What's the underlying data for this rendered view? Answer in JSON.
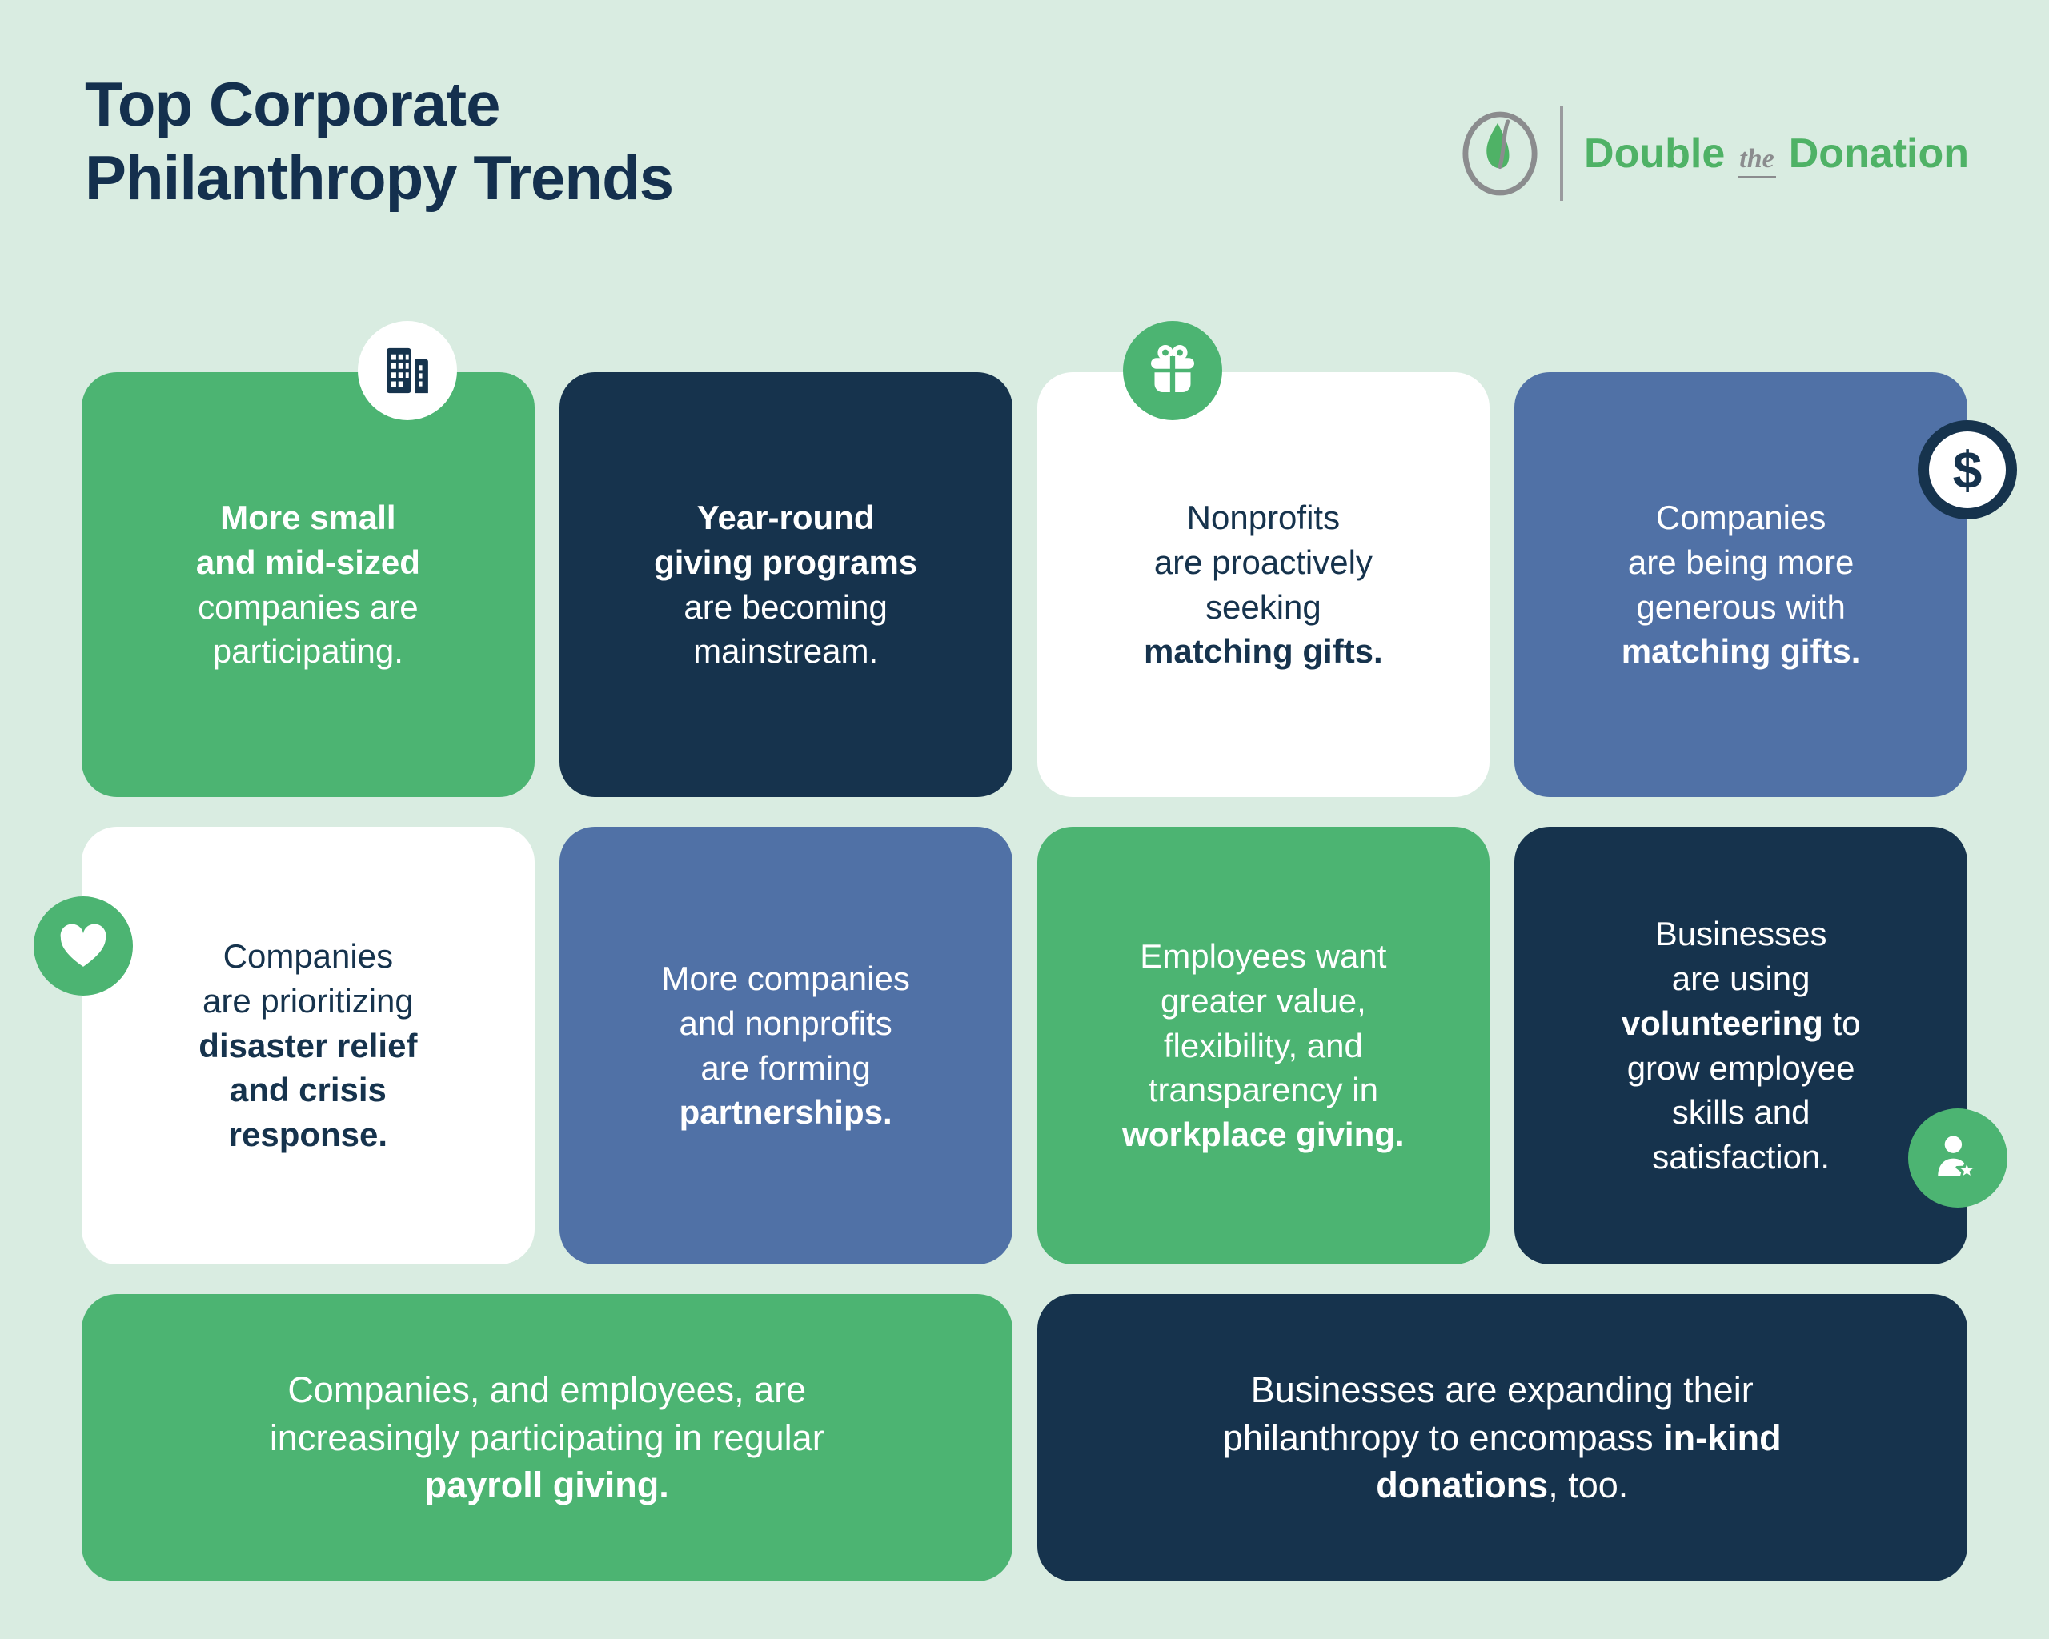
{
  "palette": {
    "background": "#d9ece1",
    "green": "#4cb472",
    "navy": "#16334d",
    "blue": "#5071a6",
    "title_navy": "#14304e",
    "logo_green": "#4fb266",
    "logo_gray": "#8b8c8e"
  },
  "header": {
    "title": "Top Corporate\nPhilanthropy Trends",
    "logo": {
      "double": "Double",
      "the": "the",
      "donation": "Donation"
    }
  },
  "cards": [
    {
      "id": "smb-participation",
      "variant": "green",
      "wide": false,
      "icon": {
        "name": "buildings-icon",
        "glyph": "buildings",
        "circle": "white-bg",
        "placement": "place-top-a"
      },
      "segments": [
        {
          "text": "More small\nand mid-sized",
          "bold": true
        },
        {
          "text": "\ncompanies are\nparticipating.",
          "bold": false
        }
      ]
    },
    {
      "id": "year-round-programs",
      "variant": "navy",
      "wide": false,
      "icon": null,
      "segments": [
        {
          "text": "Year-round\ngiving programs",
          "bold": true
        },
        {
          "text": "\nare becoming\nmainstream.",
          "bold": false
        }
      ]
    },
    {
      "id": "nonprofits-seeking-matching",
      "variant": "white",
      "wide": false,
      "icon": {
        "name": "gift-icon",
        "glyph": "gift",
        "circle": "green-bg",
        "placement": "place-top-b"
      },
      "segments": [
        {
          "text": "Nonprofits\nare proactively\nseeking\n",
          "bold": false
        },
        {
          "text": "matching gifts.",
          "bold": true
        }
      ]
    },
    {
      "id": "companies-generous-matching",
      "variant": "blue",
      "wide": false,
      "icon": {
        "name": "dollar-icon",
        "glyph": "dollar",
        "circle": "none-bg dollar",
        "placement": "place-right-top"
      },
      "segments": [
        {
          "text": "Companies\nare being more\ngenerous with\n",
          "bold": false
        },
        {
          "text": "matching gifts.",
          "bold": true
        }
      ]
    },
    {
      "id": "disaster-relief",
      "variant": "white",
      "wide": false,
      "icon": {
        "name": "heart-icon",
        "glyph": "heart",
        "circle": "green-bg",
        "placement": "place-left-mid"
      },
      "segments": [
        {
          "text": "Companies\nare prioritizing\n",
          "bold": false
        },
        {
          "text": "disaster relief\nand crisis\nresponse.",
          "bold": true
        }
      ]
    },
    {
      "id": "partnerships",
      "variant": "blue",
      "wide": false,
      "icon": null,
      "segments": [
        {
          "text": "More companies\nand nonprofits\nare forming\n",
          "bold": false
        },
        {
          "text": "partnerships.",
          "bold": true
        }
      ]
    },
    {
      "id": "workplace-giving",
      "variant": "green",
      "wide": false,
      "icon": null,
      "segments": [
        {
          "text": "Employees want\ngreater value,\nflexibility, and\ntransparency in\n",
          "bold": false
        },
        {
          "text": "workplace giving.",
          "bold": true
        }
      ]
    },
    {
      "id": "volunteering",
      "variant": "navy",
      "wide": false,
      "icon": {
        "name": "person-star-icon",
        "glyph": "person-star",
        "circle": "green-bg",
        "placement": "place-right-low"
      },
      "segments": [
        {
          "text": "Businesses\nare using\n",
          "bold": false
        },
        {
          "text": "volunteering",
          "bold": true
        },
        {
          "text": " to\ngrow employee\nskills and\nsatisfaction.",
          "bold": false
        }
      ]
    },
    {
      "id": "payroll-giving",
      "variant": "green",
      "wide": true,
      "icon": null,
      "segments": [
        {
          "text": "Companies, and employees, are\nincreasingly participating in regular\n",
          "bold": false
        },
        {
          "text": "payroll giving.",
          "bold": true
        }
      ]
    },
    {
      "id": "in-kind-donations",
      "variant": "navy",
      "wide": true,
      "icon": null,
      "segments": [
        {
          "text": "Businesses are expanding their\nphilanthropy to encompass ",
          "bold": false
        },
        {
          "text": "in-kind\ndonations",
          "bold": true
        },
        {
          "text": ", too.",
          "bold": false
        }
      ]
    }
  ]
}
